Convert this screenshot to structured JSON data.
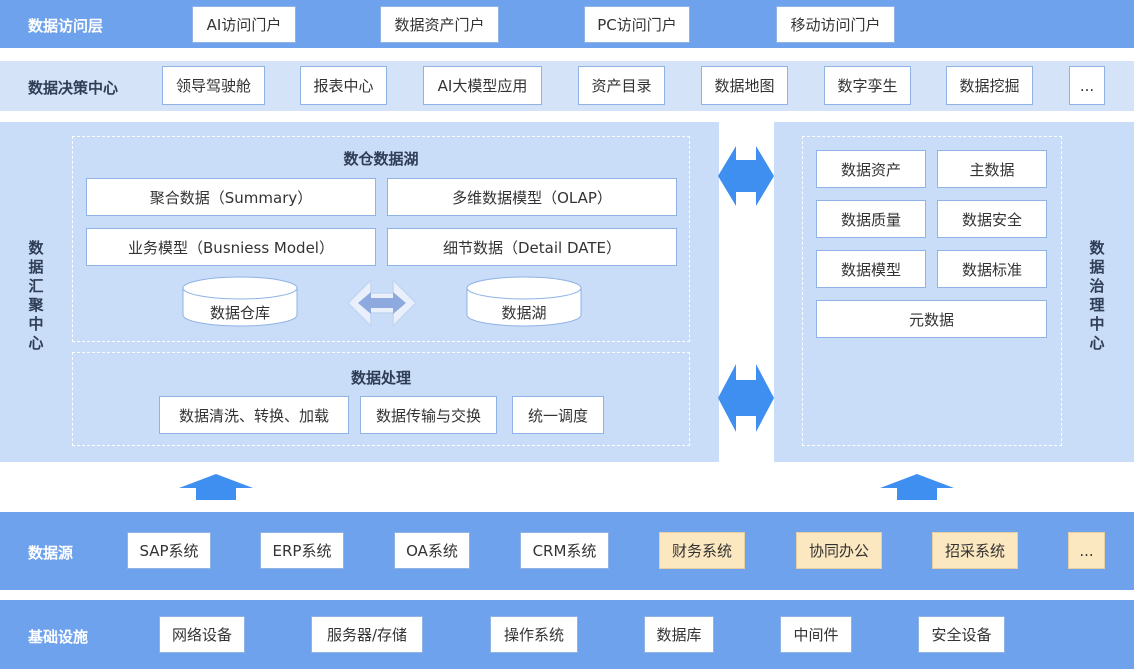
{
  "access": {
    "label": "数据访问层",
    "items": [
      "AI访问门户",
      "数据资产门户",
      "PC访问门户",
      "移动访问门户"
    ]
  },
  "decision": {
    "label": "数据决策中心",
    "items": [
      "领导驾驶舱",
      "报表中心",
      "AI大模型应用",
      "资产目录",
      "数据地图",
      "数字孪生",
      "数据挖掘",
      "..."
    ]
  },
  "aggregation": {
    "label": "数据汇聚中心",
    "lake_title": "数仓数据湖",
    "models": [
      "聚合数据（Summary）",
      "多维数据模型（OLAP）",
      "业务模型（Busniess  Model）",
      "细节数据（Detail DATE）"
    ],
    "warehouse": "数据仓库",
    "lake": "数据湖",
    "processing_title": "数据处理",
    "processing": [
      "数据清洗、转换、加载",
      "数据传输与交换",
      "统一调度"
    ]
  },
  "governance": {
    "label": "数据治理中心",
    "items": [
      "数据资产",
      "主数据",
      "数据质量",
      "数据安全",
      "数据模型",
      "数据标准",
      "元数据"
    ]
  },
  "sources": {
    "label": "数据源",
    "items": [
      "SAP系统",
      "ERP系统",
      "OA系统",
      "CRM系统",
      "财务系统",
      "协同办公",
      "招采系统",
      "..."
    ]
  },
  "infra": {
    "label": "基础设施",
    "items": [
      "网络设备",
      "服务器/存储",
      "操作系统",
      "数据库",
      "中间件",
      "安全设备"
    ]
  },
  "colors": {
    "band": "#6ea2ec",
    "light_band": "#d4e3f8",
    "panel": "#c9dcf8",
    "arrow": "#3f8ff0",
    "highlight": "#fbe7c0"
  }
}
